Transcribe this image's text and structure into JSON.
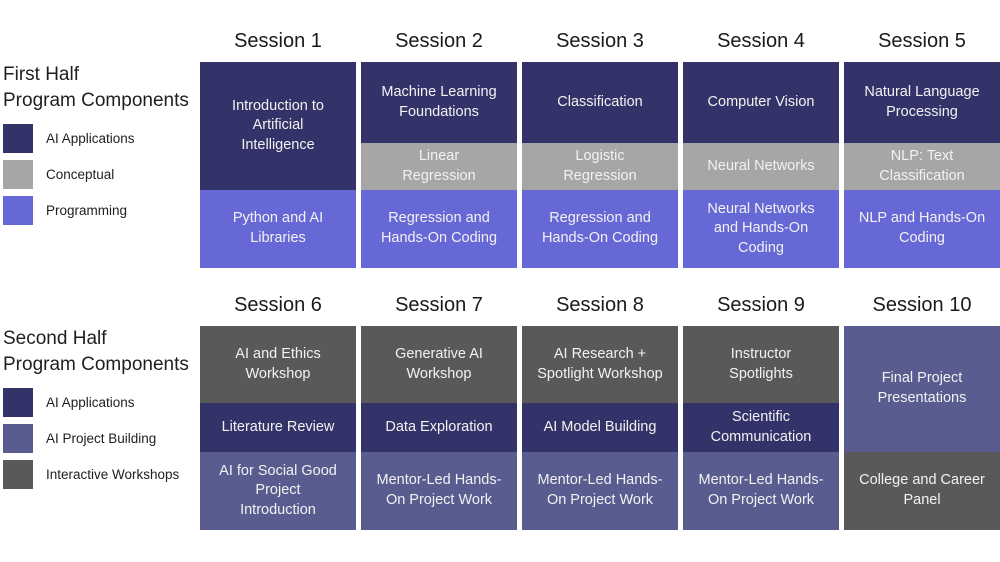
{
  "halves": [
    {
      "legend_title": [
        "First Half",
        "Program Components"
      ],
      "categories": {
        "ai_applications": {
          "label": "AI Applications",
          "color": "#333369"
        },
        "conceptual": {
          "label": "Conceptual",
          "color": "#A6A6A6"
        },
        "programming": {
          "label": "Programming",
          "color": "#6668D6"
        }
      },
      "legend_order": [
        "ai_applications",
        "conceptual",
        "programming"
      ],
      "sessions": [
        {
          "header": "Session 1",
          "cells": [
            {
              "text": "Introduction to\nArtificial\nIntelligence",
              "category": "ai_applications",
              "row_span": 2
            },
            {
              "text": "Python and AI\nLibraries",
              "category": "programming",
              "row_span": 1
            }
          ]
        },
        {
          "header": "Session 2",
          "cells": [
            {
              "text": "Machine Learning\nFoundations",
              "category": "ai_applications",
              "row_span": 1
            },
            {
              "text": "Linear\nRegression",
              "category": "conceptual",
              "row_span": 1
            },
            {
              "text": "Regression and\nHands-On Coding",
              "category": "programming",
              "row_span": 1
            }
          ]
        },
        {
          "header": "Session 3",
          "cells": [
            {
              "text": "Classification",
              "category": "ai_applications",
              "row_span": 1
            },
            {
              "text": "Logistic\nRegression",
              "category": "conceptual",
              "row_span": 1
            },
            {
              "text": "Regression and\nHands-On Coding",
              "category": "programming",
              "row_span": 1
            }
          ]
        },
        {
          "header": "Session 4",
          "cells": [
            {
              "text": "Computer Vision",
              "category": "ai_applications",
              "row_span": 1
            },
            {
              "text": "Neural Networks",
              "category": "conceptual",
              "row_span": 1
            },
            {
              "text": "Neural Networks\nand Hands-On\nCoding",
              "category": "programming",
              "row_span": 1
            }
          ]
        },
        {
          "header": "Session 5",
          "cells": [
            {
              "text": "Natural Language\nProcessing",
              "category": "ai_applications",
              "row_span": 1
            },
            {
              "text": "NLP: Text\nClassification",
              "category": "conceptual",
              "row_span": 1
            },
            {
              "text": "NLP and Hands-On\nCoding",
              "category": "programming",
              "row_span": 1
            }
          ]
        }
      ]
    },
    {
      "legend_title": [
        "Second Half",
        "Program Components"
      ],
      "categories": {
        "ai_applications": {
          "label": "AI Applications",
          "color": "#333369"
        },
        "ai_project_building": {
          "label": "AI Project Building",
          "color": "#585C8E"
        },
        "interactive_workshops": {
          "label": "Interactive Workshops",
          "color": "#595959"
        }
      },
      "legend_order": [
        "ai_applications",
        "ai_project_building",
        "interactive_workshops"
      ],
      "sessions": [
        {
          "header": "Session 6",
          "cells": [
            {
              "text": "AI and Ethics\nWorkshop",
              "category": "interactive_workshops",
              "row_span": 1
            },
            {
              "text": "Literature Review",
              "category": "ai_applications",
              "row_span": 1
            },
            {
              "text": "AI for Social Good\nProject\nIntroduction",
              "category": "ai_project_building",
              "row_span": 1
            }
          ]
        },
        {
          "header": "Session 7",
          "cells": [
            {
              "text": "Generative AI\nWorkshop",
              "category": "interactive_workshops",
              "row_span": 1
            },
            {
              "text": "Data Exploration",
              "category": "ai_applications",
              "row_span": 1
            },
            {
              "text": "Mentor-Led Hands-\nOn Project Work",
              "category": "ai_project_building",
              "row_span": 1
            }
          ]
        },
        {
          "header": "Session 8",
          "cells": [
            {
              "text": "AI Research +\nSpotlight Workshop",
              "category": "interactive_workshops",
              "row_span": 1
            },
            {
              "text": "AI Model Building",
              "category": "ai_applications",
              "row_span": 1
            },
            {
              "text": "Mentor-Led Hands-\nOn Project Work",
              "category": "ai_project_building",
              "row_span": 1
            }
          ]
        },
        {
          "header": "Session 9",
          "cells": [
            {
              "text": "Instructor\nSpotlights",
              "category": "interactive_workshops",
              "row_span": 1
            },
            {
              "text": "Scientific\nCommunication",
              "category": "ai_applications",
              "row_span": 1
            },
            {
              "text": "Mentor-Led Hands-\nOn Project Work",
              "category": "ai_project_building",
              "row_span": 1
            }
          ]
        },
        {
          "header": "Session 10",
          "cells": [
            {
              "text": "Final Project\nPresentations",
              "category": "ai_project_building",
              "row_span": 2
            },
            {
              "text": "College and Career\nPanel",
              "category": "interactive_workshops",
              "row_span": 1
            }
          ]
        }
      ]
    }
  ]
}
